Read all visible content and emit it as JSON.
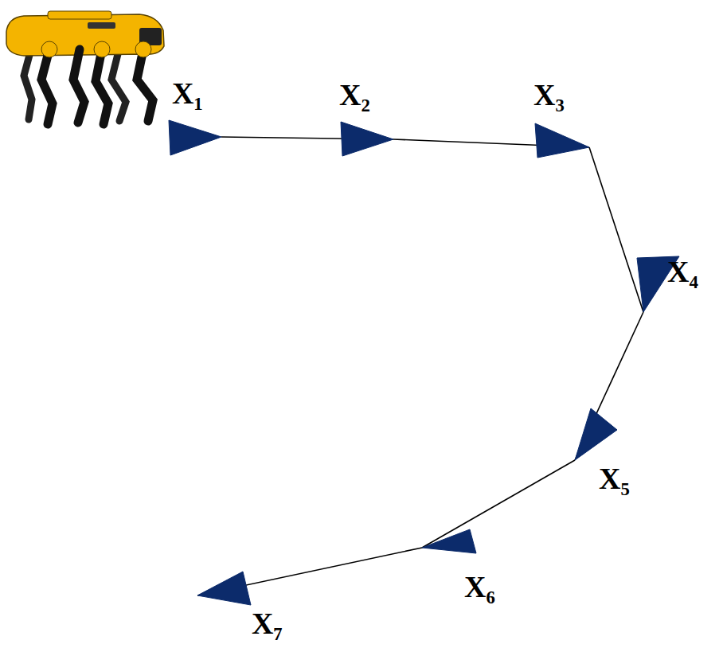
{
  "diagram": {
    "nodes": [
      {
        "text": [
          "X₁"
        ]
      },
      {
        "text": [
          "X₂"
        ]
      },
      {
        "text": [
          "X₃"
        ]
      },
      {
        "text": [
          "X₄"
        ]
      },
      {
        "text": [
          "X₅"
        ]
      },
      {
        "text": [
          "X₆"
        ]
      },
      {
        "text": [
          "X₇"
        ]
      }
    ],
    "edges": [
      {
        "from": 0,
        "to": 1,
        "arrow": "none"
      },
      {
        "from": 1,
        "to": 2,
        "arrow": "none"
      },
      {
        "from": 2,
        "to": 3,
        "arrow": "none"
      },
      {
        "from": 3,
        "to": 4,
        "arrow": "none"
      },
      {
        "from": 4,
        "to": 5,
        "arrow": "none"
      },
      {
        "from": 5,
        "to": 6,
        "arrow": "none"
      }
    ]
  }
}
